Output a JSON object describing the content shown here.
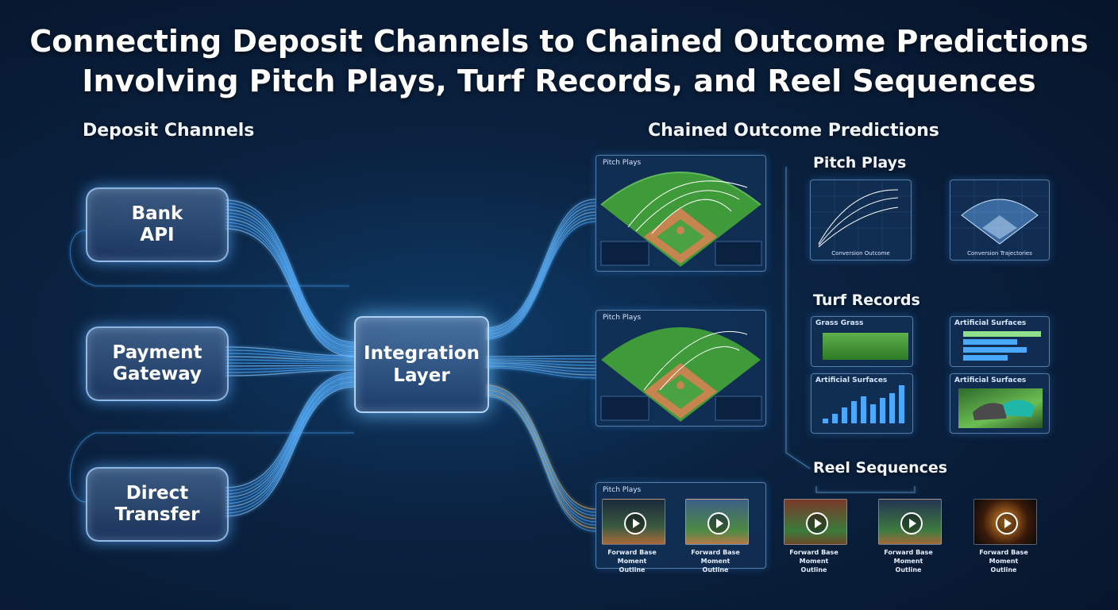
{
  "title": {
    "line1": "Connecting Deposit Channels to Chained Outcome Predictions",
    "line2": "Involving Pitch Plays, Turf Records, and Reel Sequences"
  },
  "left": {
    "heading": "Deposit Channels",
    "channels": [
      {
        "line1": "Bank",
        "line2": "API"
      },
      {
        "line1": "Payment",
        "line2": "Gateway"
      },
      {
        "line1": "Direct",
        "line2": "Transfer"
      }
    ]
  },
  "center": {
    "line1": "Integration",
    "line2": "Layer"
  },
  "right": {
    "heading": "Chained Outcome Predictions",
    "pitch_plays": {
      "heading": "Pitch Plays",
      "panel_label": "Pitch Plays",
      "chart1_caption": "Conversion Outcome",
      "chart2_caption": "Conversion Trajectories"
    },
    "turf_records": {
      "heading": "Turf Records",
      "panel_label": "Pitch Plays",
      "grass_label": "Grass  Grass",
      "artificial_label": "Artificial Surfaces",
      "bars_label": "Artificial Surfaces",
      "photo_label": "Artificial Surfaces"
    },
    "reel_sequences": {
      "heading": "Reel Sequences",
      "panel_label": "Pitch Plays",
      "captions": [
        {
          "line1": "Forward Base Moment",
          "line2": "Outline"
        },
        {
          "line1": "Forward Base Moment",
          "line2": "Outline"
        },
        {
          "line1": "Forward Base Moment",
          "line2": "Outline"
        },
        {
          "line1": "Forward Base Moment",
          "line2": "Outline"
        },
        {
          "line1": "Forward Base Moment",
          "line2": "Outline"
        }
      ]
    }
  },
  "colors": {
    "accent": "#4aa8ff",
    "glow": "#7cc4ff",
    "warm": "#e8b86a",
    "grass": "#3f9a3a",
    "dirt": "#c6844f"
  }
}
